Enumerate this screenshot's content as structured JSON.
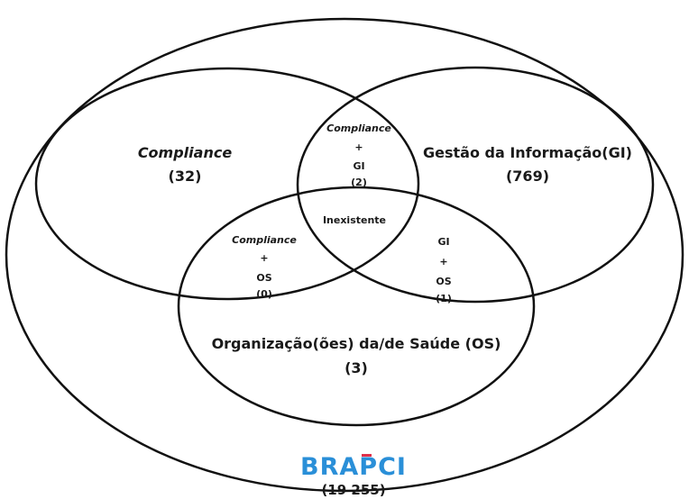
{
  "universe": {
    "logo_text": "BRAPCI",
    "count": "(19 255)"
  },
  "sets": {
    "compliance": {
      "label": "Compliance",
      "count": "(32)"
    },
    "gi": {
      "label": "Gestão da Informação(GI)",
      "count": "(769)"
    },
    "os": {
      "label": "Organização(ões) da/de Saúde (OS)",
      "count": "(3)"
    }
  },
  "intersections": {
    "compliance_gi": {
      "line1": "Compliance",
      "plus": "+",
      "line2": "GI",
      "count": "(2)"
    },
    "compliance_os": {
      "line1": "Compliance",
      "plus": "+",
      "line2": "OS",
      "count": "(0)"
    },
    "gi_os": {
      "line1": "GI",
      "plus": "+",
      "line2": "OS",
      "count": "(1)"
    },
    "all": {
      "label": "Inexistente"
    }
  }
}
